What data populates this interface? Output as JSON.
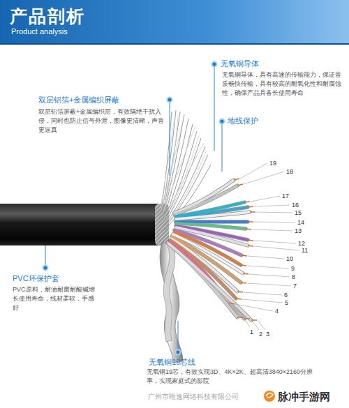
{
  "diagram": {
    "title": "产品剖析",
    "labels": [
      "Product analysis",
      "无氧铜导体",
      "无氧铜导体，具有高速的传输能力，保证音质畅快传输，具有较高的耐氧化性和耐腐蚀性，确保产品具备长使用寿命",
      "双层铝箔+金属编织屏蔽",
      "双层铝箔屏蔽+金属编织层，有效隔绝干扰入侵，同时也防止信号外泄，图像更清晰，声音更逼真",
      "地线保护",
      "PVC环保护套",
      "PVC原料，耐油耐磨耐酸碱增长使用寿命，线材柔软，手感好",
      "无氧铜19芯线",
      "无氧铜19芯，有效实现3D、4K×2K、超高清3840×2160分辨率，实现家庭式的影院",
      "19",
      "18",
      "17",
      "16",
      "15",
      "14",
      "13",
      "12",
      "11",
      "10",
      "9",
      "8",
      "7",
      "6",
      "5",
      "4",
      "1",
      "2",
      "3",
      "广州市唯逸网络科技有限公司",
      "脉冲手游网"
    ]
  }
}
